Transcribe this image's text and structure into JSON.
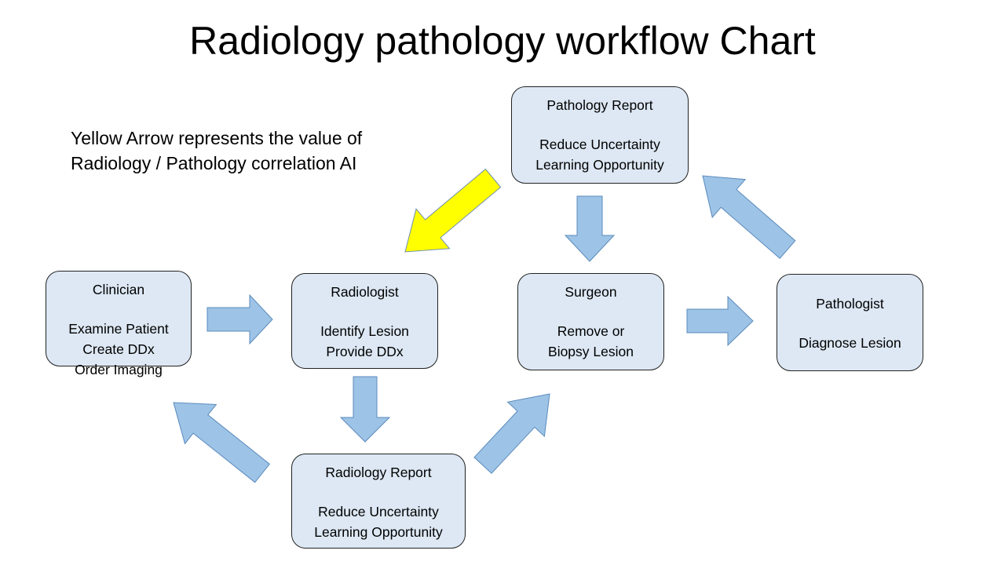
{
  "title": "Radiology pathology workflow Chart",
  "note": [
    "Yellow Arrow represents the value of",
    "Radiology / Pathology correlation AI"
  ],
  "colors": {
    "box_fill": "#dde8f4",
    "arrow_fill": "#9dc3e6",
    "arrow_stroke": "#5b8bbd",
    "ai_arrow_fill": "#ffff00",
    "ai_arrow_stroke": "#6f8fb0"
  },
  "nodes": {
    "clinician": {
      "title": "Clinician",
      "lines": [
        "Examine Patient",
        "Create DDx",
        "Order Imaging"
      ]
    },
    "radiologist": {
      "title": "Radiologist",
      "lines": [
        "Identify Lesion",
        "Provide DDx"
      ]
    },
    "surgeon": {
      "title": "Surgeon",
      "lines": [
        "Remove or",
        "Biopsy Lesion"
      ]
    },
    "pathologist": {
      "title": "Pathologist",
      "lines": [
        "Diagnose Lesion"
      ]
    },
    "pathology_report": {
      "title": "Pathology Report",
      "lines": [
        "Reduce Uncertainty",
        "Learning Opportunity"
      ]
    },
    "radiology_report": {
      "title": "Radiology Report",
      "lines": [
        "Reduce Uncertainty",
        "Learning Opportunity"
      ]
    }
  },
  "edges": [
    {
      "from": "clinician",
      "to": "radiologist"
    },
    {
      "from": "radiologist",
      "to": "radiology_report"
    },
    {
      "from": "radiology_report",
      "to": "clinician"
    },
    {
      "from": "radiology_report",
      "to": "surgeon"
    },
    {
      "from": "surgeon",
      "to": "pathologist"
    },
    {
      "from": "pathologist",
      "to": "pathology_report"
    },
    {
      "from": "pathology_report",
      "to": "surgeon"
    },
    {
      "from": "pathology_report",
      "to": "radiologist",
      "highlight": "ai-correlation"
    }
  ]
}
